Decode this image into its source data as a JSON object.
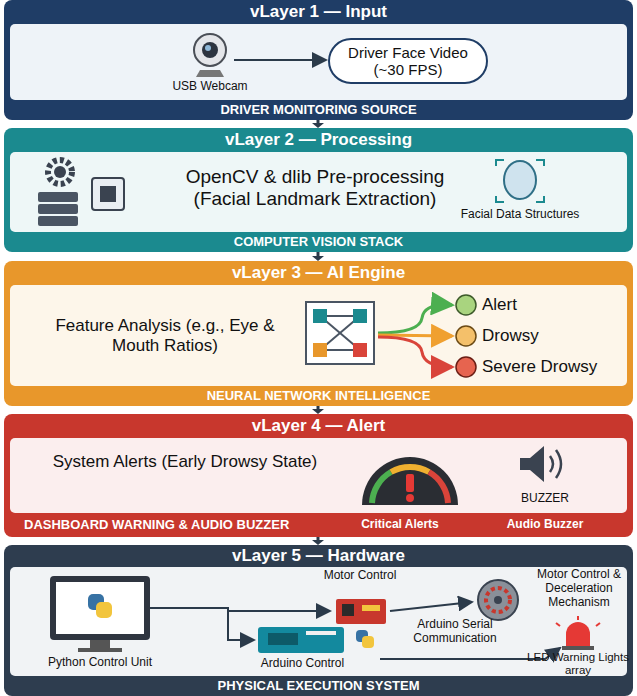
{
  "diagram": {
    "nodes": [
      {
        "text": [
          "vLayer 1 — Input",
          "DRIVER MONITORING SOURCE"
        ]
      },
      {
        "text": [
          "Driver Face Video (~30 FPS)"
        ],
        "in": 0
      },
      {
        "text": [
          "vLayer 2 — Processing",
          "COMPUTER VISION STACK"
        ]
      },
      {
        "text": [
          "vLayer 3 — AI Engine",
          "NEURAL NETWORK INTELLIGENCE"
        ]
      },
      {
        "text": [
          "vLayer 4 — Alert",
          "DASHBOARD WARNING & AUDIO BUZZER"
        ]
      },
      {
        "text": [
          "vLayer 5 — Hardware",
          "PHYSICAL EXECUTION SYSTEM"
        ]
      }
    ],
    "edges": [
      {
        "from": 0,
        "to": 2,
        "arrow": "to"
      },
      {
        "from": 2,
        "to": 3,
        "arrow": "to"
      },
      {
        "from": 3,
        "to": 4,
        "arrow": "to"
      },
      {
        "from": 4,
        "to": 5,
        "arrow": "to"
      }
    ],
    "labels": [
      "USB Webcam",
      "OpenCV & dlib Pre-processing (Facial Landmark Extraction)",
      "Facial Data Structures",
      "Feature Analysis (e.g., Eye & Mouth Ratios)",
      "Alert",
      "Drowsy",
      "Severe Drowsy",
      "System Alerts (Early Drowsy State)",
      "BUZZER",
      "Critical Alerts",
      "Audio Buzzer",
      "Motor Control",
      "Python Control Unit",
      "Arduino Control",
      "Arduino Serial Communication",
      "Motor Control & Deceleration Mechanism",
      "LED Warning Lights array"
    ]
  }
}
